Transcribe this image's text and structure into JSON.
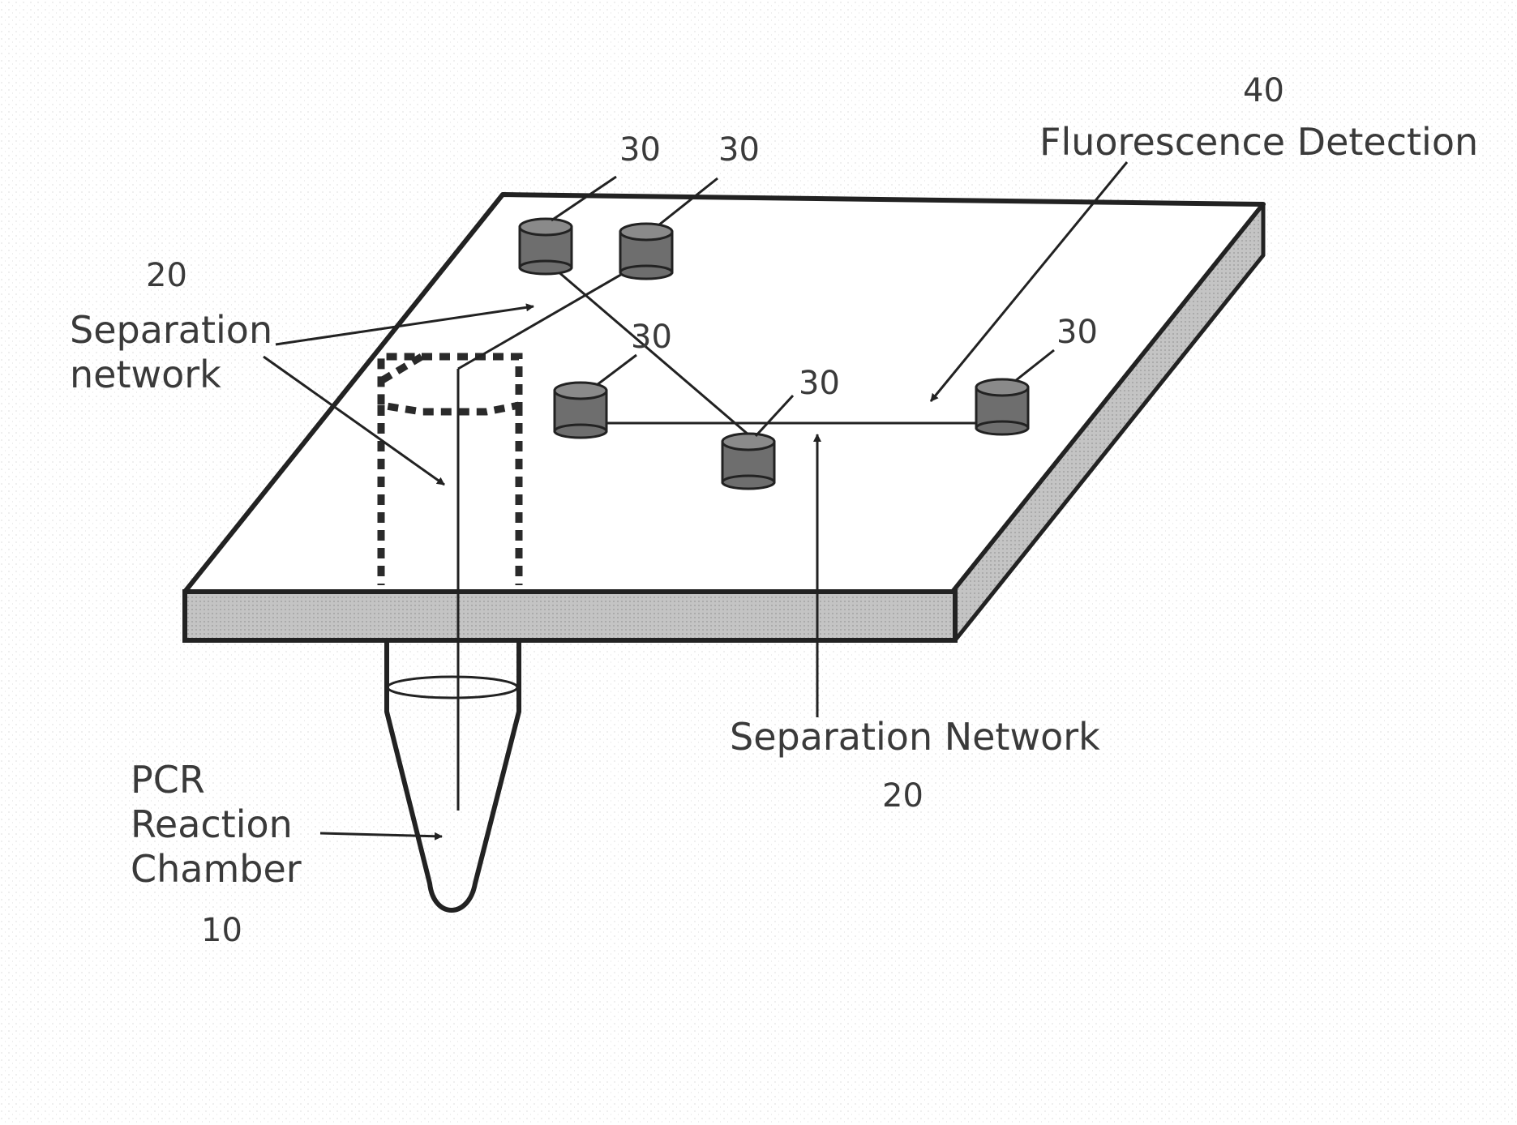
{
  "labels": {
    "ref_40": "40",
    "fluorescence_detection": "Fluorescence Detection",
    "ref_30_a": "30",
    "ref_30_b": "30",
    "ref_30_c": "30",
    "ref_30_d": "30",
    "ref_30_e": "30",
    "ref_20_left": "20",
    "separation_network_left_line1": "Separation",
    "separation_network_left_line2": "network",
    "separation_network_bottom": "Separation Network",
    "ref_20_bottom": "20",
    "pcr_line1": "PCR",
    "pcr_line2": "Reaction",
    "pcr_line3": "Chamber",
    "ref_10": "10"
  },
  "colors": {
    "line": "#222222",
    "reservoir_fill": "#6e6e6e",
    "reservoir_top": "#8a8a8a",
    "edge_fill": "#b8b8b8",
    "text": "#3a3a3a",
    "background": "#ffffff"
  }
}
